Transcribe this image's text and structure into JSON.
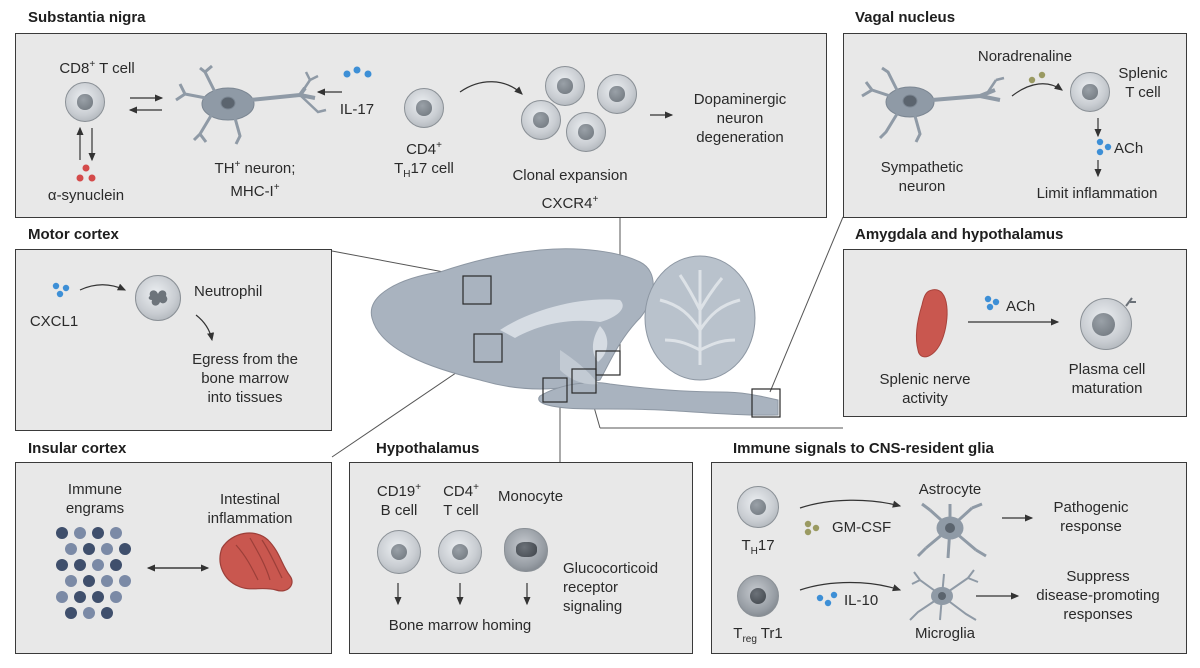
{
  "substantia_nigra": {
    "title": "Substantia nigra",
    "cd8_t_cell": "CD8",
    "cd8_sup": "+",
    "cd8_suffix": " T cell",
    "alpha_synuclein": "α-synuclein",
    "th_neuron_line1": "TH",
    "th_neuron_sup1": "+",
    "th_neuron_line1_suffix": " neuron;",
    "th_neuron_line2": "MHC-I",
    "th_neuron_sup2": "+",
    "il17": "IL-17",
    "cd4_line1": "CD4",
    "cd4_sup": "+",
    "cd4_line2_t": "T",
    "cd4_line2_sub": "H",
    "cd4_line2_rest": "17 cell",
    "clonal_expansion": "Clonal expansion",
    "cxcr4": "CXCR4",
    "cxcr4_sup": "+",
    "degeneration_line1": "Dopaminergic",
    "degeneration_line2": "neuron",
    "degeneration_line3": "degeneration"
  },
  "vagal_nucleus": {
    "title": "Vagal nucleus",
    "noradrenaline": "Noradrenaline",
    "splenic_line1": "Splenic",
    "splenic_line2": "T cell",
    "ach": "ACh",
    "sympathetic_line1": "Sympathetic",
    "sympathetic_line2": "neuron",
    "limit_inflammation": "Limit inflammation"
  },
  "motor_cortex": {
    "title": "Motor cortex",
    "cxcl1": "CXCL1",
    "neutrophil": "Neutrophil",
    "egress_line1": "Egress from the",
    "egress_line2": "bone marrow",
    "egress_line3": "into tissues"
  },
  "amygdala": {
    "title": "Amygdala and hypothalamus",
    "ach": "ACh",
    "splenic_nerve_line1": "Splenic nerve",
    "splenic_nerve_line2": "activity",
    "plasma_line1": "Plasma cell",
    "plasma_line2": "maturation"
  },
  "insular_cortex": {
    "title": "Insular cortex",
    "immune_line1": "Immune",
    "immune_line2": "engrams",
    "intestinal_line1": "Intestinal",
    "intestinal_line2": "inflammation"
  },
  "hypothalamus": {
    "title": "Hypothalamus",
    "cd19_line1": "CD19",
    "cd19_sup": "+",
    "cd19_line2": "B cell",
    "cd4_line1": "CD4",
    "cd4_sup": "+",
    "cd4_line2": "T cell",
    "monocyte": "Monocyte",
    "gluco_line1": "Glucocorticoid",
    "gluco_line2": "receptor",
    "gluco_line3": "signaling",
    "homing": "Bone marrow homing"
  },
  "glia": {
    "title": "Immune signals to CNS-resident glia",
    "th17_t": "T",
    "th17_sub": "H",
    "th17_rest": "17",
    "gmcsf": "GM-CSF",
    "astrocyte": "Astrocyte",
    "pathogenic_line1": "Pathogenic",
    "pathogenic_line2": "response",
    "treg_t": "T",
    "treg_sub": "reg",
    "treg_rest": " Tr1",
    "il10": "IL-10",
    "microglia": "Microglia",
    "suppress_line1": "Suppress",
    "suppress_line2": "disease-promoting",
    "suppress_line3": "responses"
  },
  "colors": {
    "panel_bg": "#e8e8e8",
    "panel_border": "#3a3a3a",
    "brain": "#a9b3bf",
    "neuron": "#8f9aa6",
    "cytokine_blue": "#3d8fd6",
    "cytokine_olive": "#9a9a62",
    "synuclein_red": "#d44a4a",
    "spleen_red": "#c9574f"
  }
}
